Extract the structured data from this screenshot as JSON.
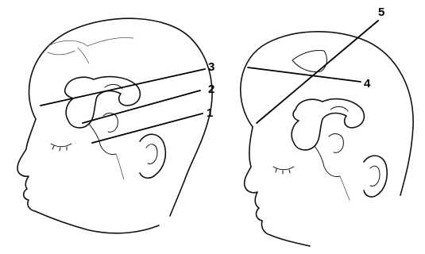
{
  "figure": {
    "labels": {
      "l1": "1",
      "l2": "2",
      "l3": "3",
      "l4": "4",
      "l5": "5"
    }
  }
}
